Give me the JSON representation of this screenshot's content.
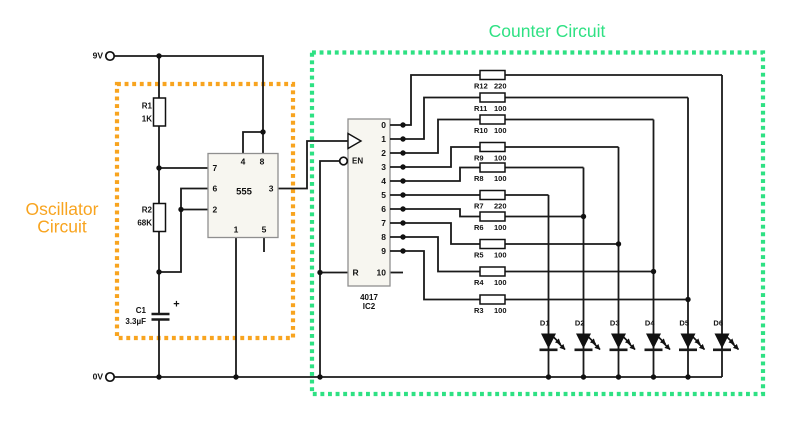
{
  "titles": {
    "oscillator_line1": "Oscillator",
    "oscillator_line2": "Circuit",
    "counter": "Counter Circuit"
  },
  "colors": {
    "oscillator_accent": "#f8a41f",
    "counter_accent": "#2ee183",
    "wire": "#1a1a1a",
    "chip_fill": "#f7f6f0"
  },
  "power_rails": {
    "positive": "9V",
    "ground": "0V"
  },
  "oscillator": {
    "r1": {
      "name": "R1",
      "value": "1K"
    },
    "r2": {
      "name": "R2",
      "value": "68K"
    },
    "c1": {
      "name": "C1",
      "value": "3.3µF",
      "polarity": "+"
    },
    "ic1": {
      "label": "555",
      "pin_left": [
        "7",
        "6",
        "2"
      ],
      "pin_top": [
        "4",
        "8"
      ],
      "pin_right": [
        "3"
      ],
      "pin_bottom": [
        "1",
        "5"
      ]
    }
  },
  "counter": {
    "ic2": {
      "label": "4017",
      "ref": "IC2",
      "clock_symbol": "clock-triangle-icon",
      "enable": "EN",
      "reset": "R",
      "outputs": [
        "0",
        "1",
        "2",
        "3",
        "4",
        "5",
        "6",
        "7",
        "8",
        "9"
      ],
      "carry": "10"
    },
    "resistors": [
      {
        "name": "R12",
        "value": "220"
      },
      {
        "name": "R11",
        "value": "100"
      },
      {
        "name": "R10",
        "value": "100"
      },
      {
        "name": "R9",
        "value": "100"
      },
      {
        "name": "R8",
        "value": "100"
      },
      {
        "name": "R7",
        "value": "220"
      },
      {
        "name": "R6",
        "value": "100"
      },
      {
        "name": "R5",
        "value": "100"
      },
      {
        "name": "R4",
        "value": "100"
      },
      {
        "name": "R3",
        "value": "100"
      }
    ],
    "leds": [
      "D1",
      "D2",
      "D3",
      "D4",
      "D5",
      "D6"
    ]
  }
}
